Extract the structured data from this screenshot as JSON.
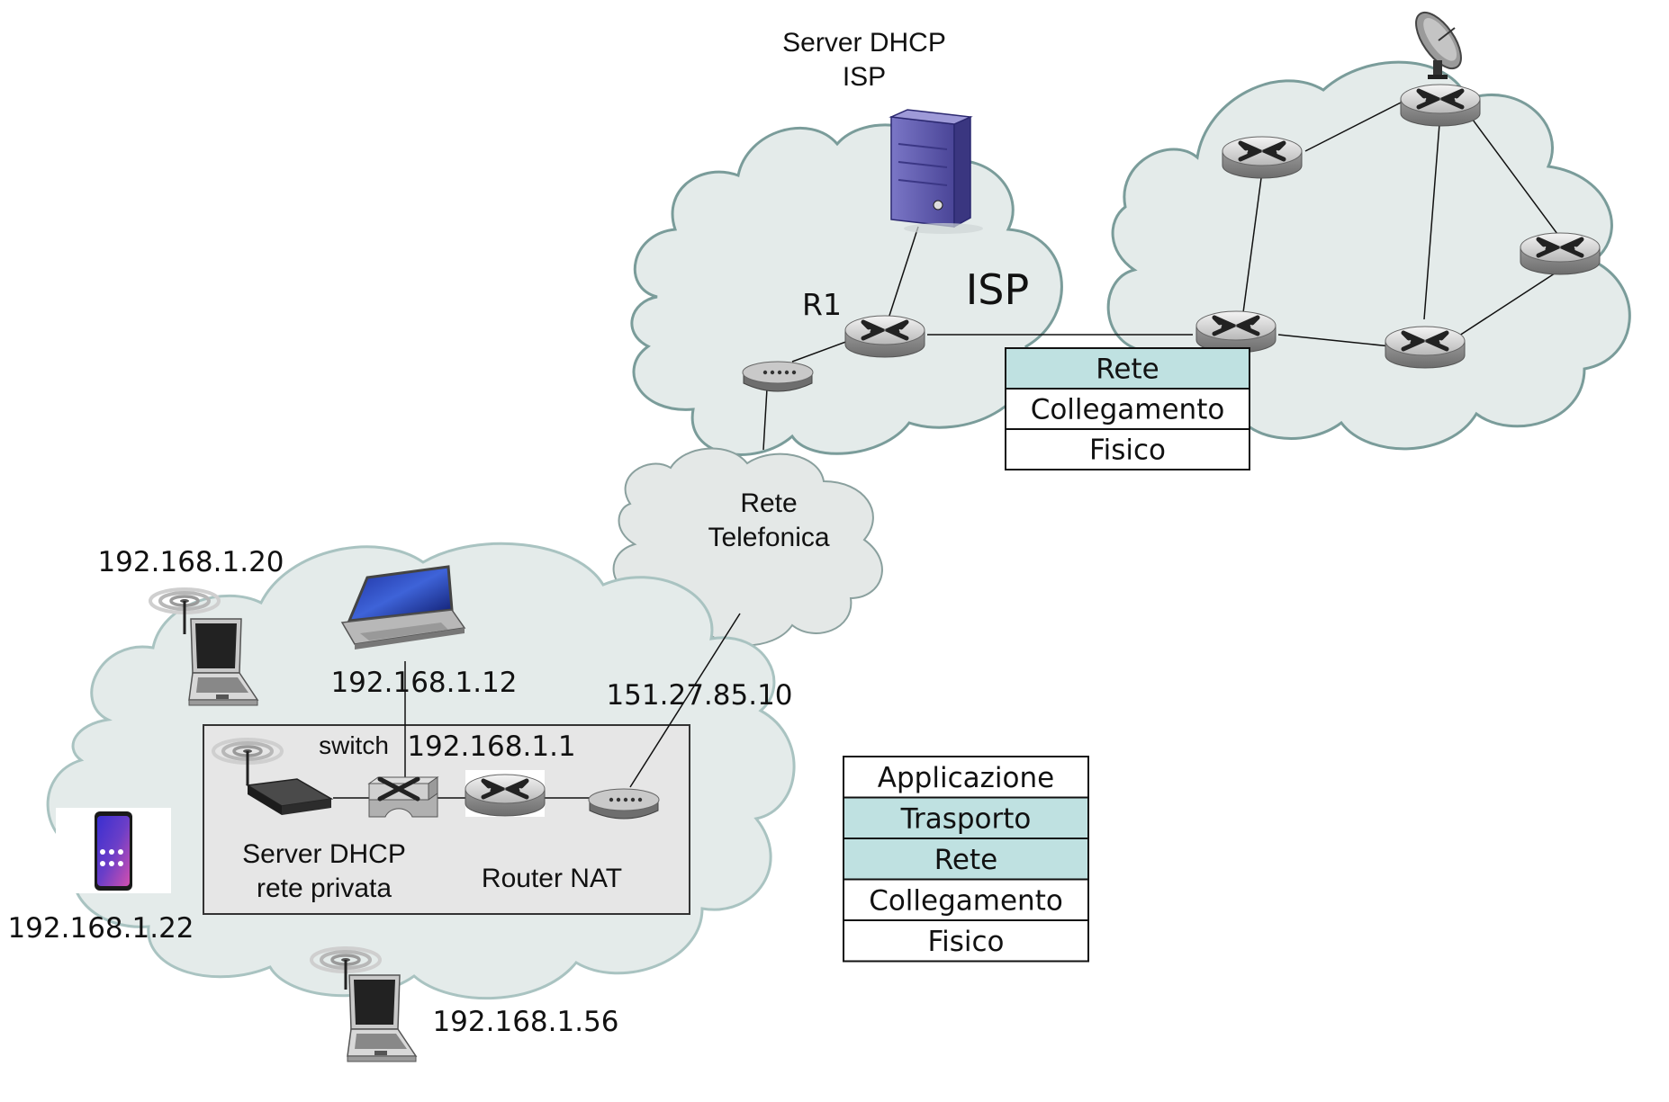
{
  "colors": {
    "cloud_fill": "#e4ebea",
    "cloud_stroke": "#7a9c9a",
    "phone_cloud_fill": "#e4e8e7",
    "lan_box_fill": "#e6e6e6",
    "highlight_cell": "#bfe1e1",
    "plain_cell": "#ffffff",
    "server_purple": "#5b56a8"
  },
  "icons": {
    "router": "router-icon",
    "server": "server-tower-icon",
    "modem": "modem-icon",
    "switch": "switch-icon",
    "laptop": "laptop-icon",
    "wireless_laptop": "wireless-laptop-icon",
    "wireless_access_point": "wireless-access-point-icon",
    "smartphone": "smartphone-icon",
    "satellite_dish": "satellite-dish-icon"
  },
  "isp": {
    "dhcp_server_label_line1": "Server DHCP",
    "dhcp_server_label_line2": "ISP",
    "cloud_label": "ISP",
    "router_label": "R1"
  },
  "phone_network": {
    "label_line1": "Rete",
    "label_line2": "Telefonica"
  },
  "lan": {
    "public_ip": "151.27.85.10",
    "switch_label": "switch",
    "router_ip": "192.168.1.1",
    "dhcp_label_line1": "Server DHCP",
    "dhcp_label_line2": "rete privata",
    "nat_label": "Router NAT",
    "hosts": [
      {
        "ip": "192.168.1.20"
      },
      {
        "ip": "192.168.1.12"
      },
      {
        "ip": "192.168.1.22"
      },
      {
        "ip": "192.168.1.56"
      }
    ]
  },
  "router_stack": {
    "layers": [
      {
        "name": "Rete",
        "highlighted": true
      },
      {
        "name": "Collegamento",
        "highlighted": false
      },
      {
        "name": "Fisico",
        "highlighted": false
      }
    ]
  },
  "host_stack": {
    "layers": [
      {
        "name": "Applicazione",
        "highlighted": false
      },
      {
        "name": "Trasporto",
        "highlighted": true
      },
      {
        "name": "Rete",
        "highlighted": true
      },
      {
        "name": "Collegamento",
        "highlighted": false
      },
      {
        "name": "Fisico",
        "highlighted": false
      }
    ]
  }
}
